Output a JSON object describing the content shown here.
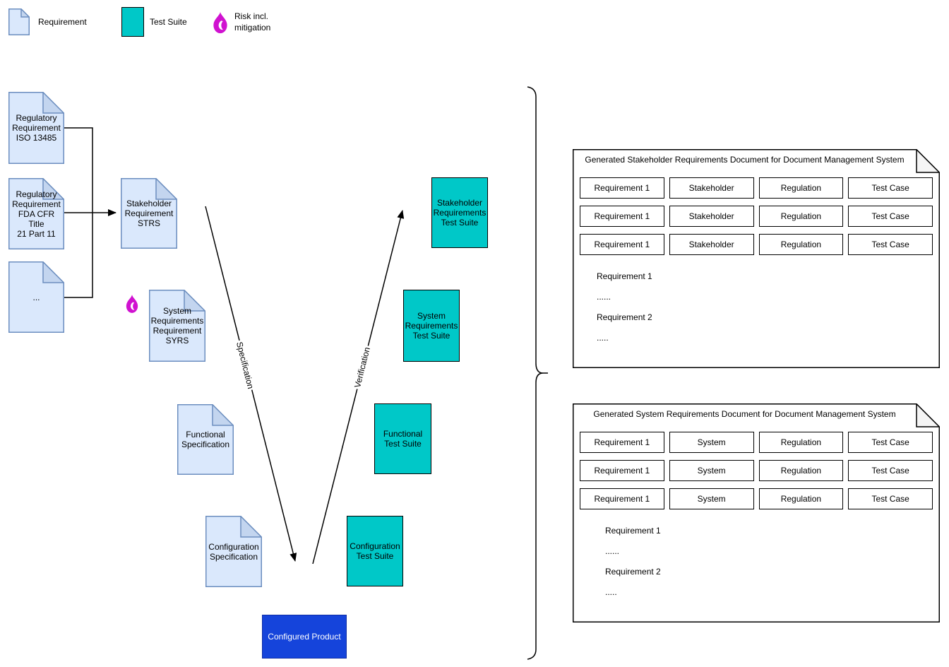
{
  "legend": {
    "requirement_label": "Requirement",
    "test_suite_label": "Test Suite",
    "risk_label": "Risk incl.\nmitigation"
  },
  "diagram": {
    "documents": {
      "regulatory_iso": "Regulatory\nRequirement\nISO 13485",
      "regulatory_fda": "Regulatory\nRequirement\nFDA CFR Title\n21 Part 11",
      "more": "...",
      "stakeholder_strs": "Stakeholder\nRequirement\nSTRS",
      "system_syrs": "System\nRequirements\nRequirement\nSYRS",
      "functional_spec": "Functional\nSpecification",
      "configuration_spec": "Configuration\nSpecification"
    },
    "test_suites": {
      "stakeholder": "Stakeholder\nRequirements\nTest Suite",
      "system": "System\nRequirements\nTest Suite",
      "functional": "Functional\nTest Suite",
      "configuration": "Configuration\nTest Suite"
    },
    "product_label": "Configured Product",
    "edge_labels": {
      "specification": "Specification",
      "verification": "Verification"
    }
  },
  "panels": [
    {
      "title": "Generated Stakeholder Requirements Document for Document Management System",
      "rows": [
        [
          "Requirement 1",
          "Stakeholder",
          "Regulation",
          "Test Case"
        ],
        [
          "Requirement 1",
          "Stakeholder",
          "Regulation",
          "Test Case"
        ],
        [
          "Requirement 1",
          "Stakeholder",
          "Regulation",
          "Test Case"
        ]
      ],
      "body_lines": [
        "Requirement 1",
        "......",
        "Requirement 2",
        "....."
      ]
    },
    {
      "title": "Generated System Requirements Document for Document Management System",
      "rows": [
        [
          "Requirement 1",
          "System",
          "Regulation",
          "Test Case"
        ],
        [
          "Requirement 1",
          "System",
          "Regulation",
          "Test Case"
        ],
        [
          "Requirement 1",
          "System",
          "Regulation",
          "Test Case"
        ]
      ],
      "body_lines": [
        "Requirement 1",
        "......",
        "Requirement 2",
        "....."
      ]
    }
  ],
  "colors": {
    "requirement_fill": "#dae8fc",
    "requirement_fold": "#c3d5ef",
    "requirement_stroke": "#6c8ebf",
    "test_suite_fill": "#00c8c8",
    "product_fill": "#1544db",
    "risk_flame": "#d012d0",
    "panel_fold": "#f5f5f5"
  }
}
